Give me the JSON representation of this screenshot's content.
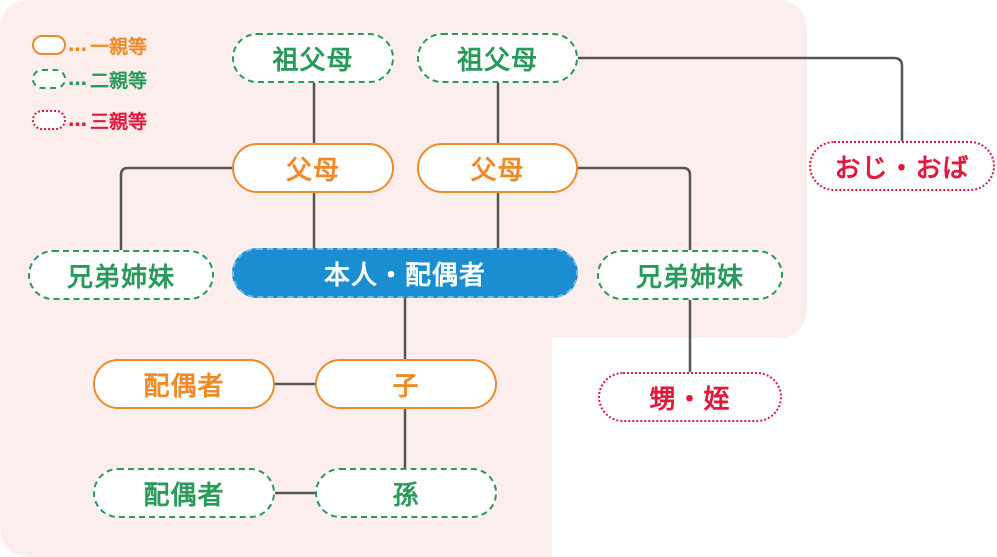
{
  "legend": [
    {
      "marker": "…",
      "label": "一親等"
    },
    {
      "marker": "…",
      "label": "二親等"
    },
    {
      "marker": "…",
      "label": "三親等"
    }
  ],
  "nodes": {
    "grandparents_left": "祖父母",
    "grandparents_right": "祖父母",
    "parents_left": "父母",
    "parents_right": "父母",
    "uncle_aunt": "おじ・おば",
    "siblings_left": "兄弟姉妹",
    "self_spouse": "本人・配偶者",
    "siblings_right": "兄弟姉妹",
    "child_spouse": "配偶者",
    "child": "子",
    "nephew_niece": "甥・姪",
    "grandchild_spouse": "配偶者",
    "grandchild": "孫"
  },
  "colors": {
    "first_degree": "#ee8a2a",
    "second_degree": "#2a9a5a",
    "third_degree": "#e0193d",
    "self": "#1a8ed0",
    "background_area": "#fdeeee",
    "connector": "#555555"
  }
}
